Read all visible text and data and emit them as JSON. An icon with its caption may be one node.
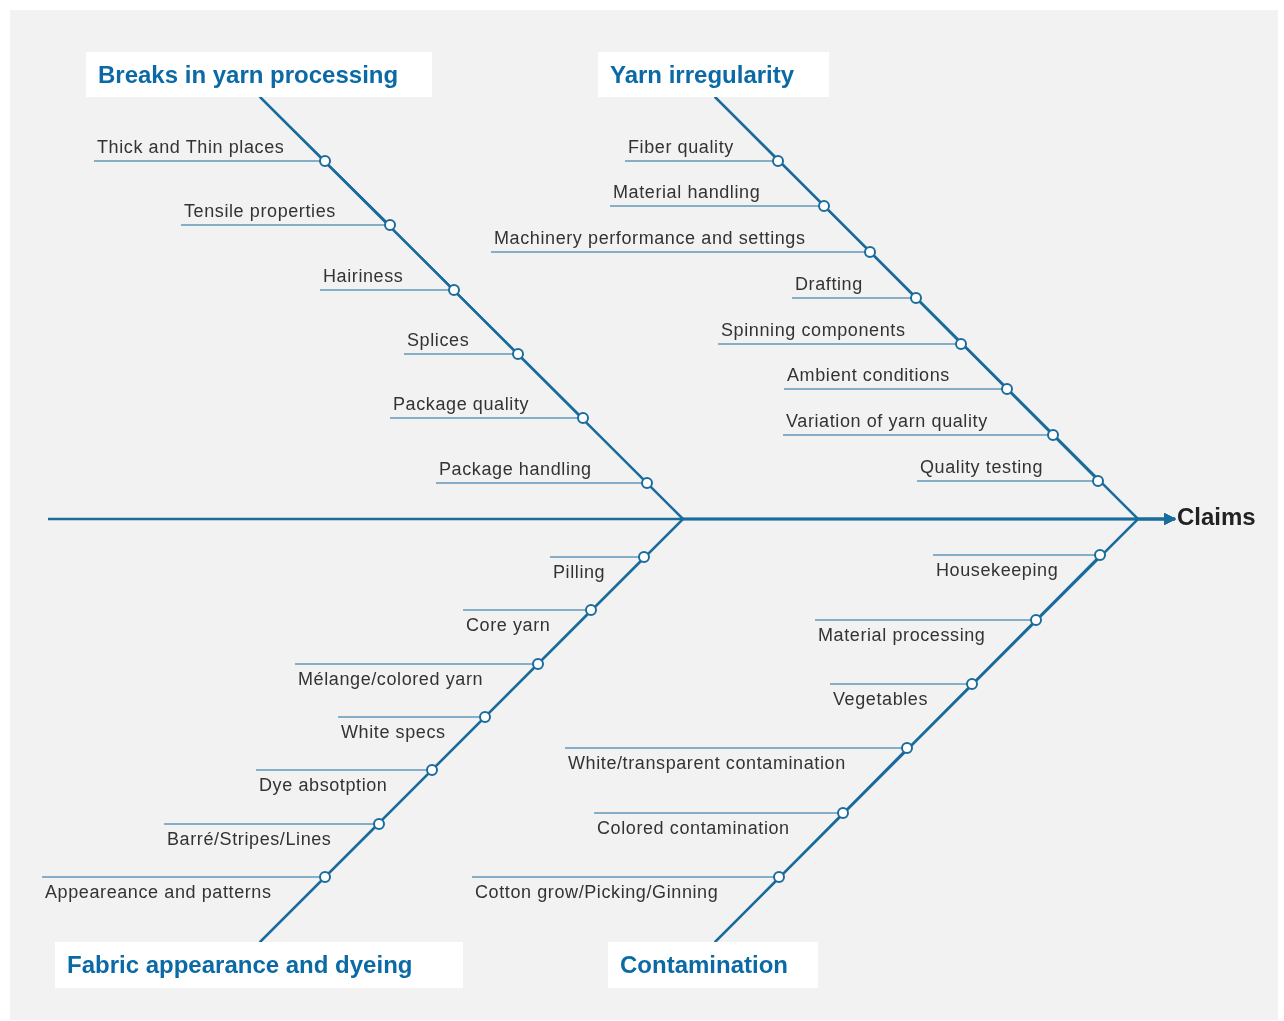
{
  "diagram": {
    "nodes": [
      {
        "text": [
          "Breaks in yarn processing"
        ]
      },
      {
        "text": [
          "Thick and Thin places"
        ]
      },
      {
        "text": [
          "Tensile properties"
        ]
      },
      {
        "text": [
          "Hairiness"
        ]
      },
      {
        "text": [
          "Splices"
        ]
      },
      {
        "text": [
          "Package quality"
        ]
      },
      {
        "text": [
          "Package handling"
        ]
      },
      {
        "text": [
          "Yarn irregularity"
        ]
      },
      {
        "text": [
          "Fiber quality"
        ]
      },
      {
        "text": [
          "Material handling"
        ]
      },
      {
        "text": [
          "Machinery performance and settings"
        ]
      },
      {
        "text": [
          "Drafting"
        ]
      },
      {
        "text": [
          "Spinning components"
        ]
      },
      {
        "text": [
          "Ambient conditions"
        ]
      },
      {
        "text": [
          "Variation of yarn quality"
        ]
      },
      {
        "text": [
          "Quality testing"
        ]
      },
      {
        "text": [
          "Claims"
        ]
      },
      {
        "text": [
          "Fabric appearance and dyeing"
        ]
      },
      {
        "text": [
          "Pilling"
        ]
      },
      {
        "text": [
          "Core yarn"
        ]
      },
      {
        "text": [
          "Mélange/colored yarn"
        ]
      },
      {
        "text": [
          "White specs"
        ]
      },
      {
        "text": [
          "Dye absotption"
        ]
      },
      {
        "text": [
          "Barré/Stripes/Lines"
        ]
      },
      {
        "text": [
          "Appeareance and patterns"
        ]
      },
      {
        "text": [
          "Contamination"
        ]
      },
      {
        "text": [
          "Housekeeping"
        ]
      },
      {
        "text": [
          "Material processing"
        ]
      },
      {
        "text": [
          "Vegetables"
        ]
      },
      {
        "text": [
          "White/transparent contamination"
        ]
      },
      {
        "text": [
          "Colored contamination"
        ]
      },
      {
        "text": [
          "Cotton grow/Picking/Ginning"
        ]
      }
    ],
    "edges": [
      {
        "from": null,
        "to": 16,
        "arrow": "to"
      },
      {
        "from": 0,
        "to": 16,
        "arrow": "to"
      },
      {
        "from": 7,
        "to": 16,
        "arrow": "to"
      },
      {
        "from": 17,
        "to": 16,
        "arrow": "to"
      },
      {
        "from": 25,
        "to": 16,
        "arrow": "to"
      },
      {
        "from": 1,
        "to": 0,
        "arrow": "none"
      },
      {
        "from": 2,
        "to": 0,
        "arrow": "none"
      },
      {
        "from": 3,
        "to": 0,
        "arrow": "none"
      },
      {
        "from": 4,
        "to": 0,
        "arrow": "none"
      },
      {
        "from": 5,
        "to": 0,
        "arrow": "none"
      },
      {
        "from": 6,
        "to": 0,
        "arrow": "none"
      },
      {
        "from": 8,
        "to": 7,
        "arrow": "none"
      },
      {
        "from": 9,
        "to": 7,
        "arrow": "none"
      },
      {
        "from": 10,
        "to": 7,
        "arrow": "none"
      },
      {
        "from": 11,
        "to": 7,
        "arrow": "none"
      },
      {
        "from": 12,
        "to": 7,
        "arrow": "none"
      },
      {
        "from": 13,
        "to": 7,
        "arrow": "none"
      },
      {
        "from": 14,
        "to": 7,
        "arrow": "none"
      },
      {
        "from": 15,
        "to": 7,
        "arrow": "none"
      },
      {
        "from": 18,
        "to": 17,
        "arrow": "none"
      },
      {
        "from": 19,
        "to": 17,
        "arrow": "none"
      },
      {
        "from": 20,
        "to": 17,
        "arrow": "none"
      },
      {
        "from": 21,
        "to": 17,
        "arrow": "none"
      },
      {
        "from": 22,
        "to": 17,
        "arrow": "none"
      },
      {
        "from": 23,
        "to": 17,
        "arrow": "none"
      },
      {
        "from": 24,
        "to": 17,
        "arrow": "none"
      },
      {
        "from": 26,
        "to": 25,
        "arrow": "none"
      },
      {
        "from": 27,
        "to": 25,
        "arrow": "none"
      },
      {
        "from": 28,
        "to": 25,
        "arrow": "none"
      },
      {
        "from": 29,
        "to": 25,
        "arrow": "none"
      },
      {
        "from": 30,
        "to": 25,
        "arrow": "none"
      },
      {
        "from": 31,
        "to": 25,
        "arrow": "none"
      }
    ]
  }
}
